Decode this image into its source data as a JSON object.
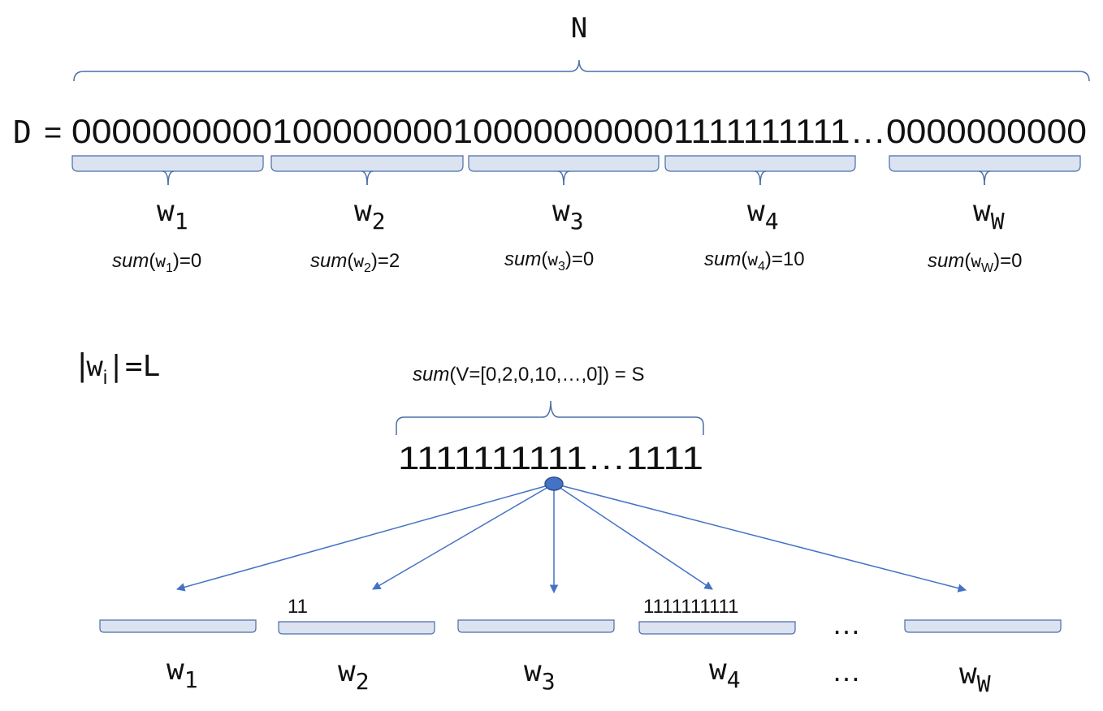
{
  "top": {
    "n_label": "N",
    "d_label": "D =",
    "bitstring": "0000000000100000000100000000001111111111…0000000000"
  },
  "windows_top": [
    {
      "name": "w",
      "sub": "1",
      "sum_prefix": "sum",
      "sum_arg": "w",
      "sum_arg_sub": "1",
      "sum_value": ")=0"
    },
    {
      "name": "w",
      "sub": "2",
      "sum_prefix": "sum",
      "sum_arg": "w",
      "sum_arg_sub": "2",
      "sum_value": ")=2"
    },
    {
      "name": "w",
      "sub": "3",
      "sum_prefix": "sum",
      "sum_arg": "w",
      "sum_arg_sub": "3",
      "sum_value": ")=0"
    },
    {
      "name": "w",
      "sub": "4",
      "sum_prefix": "sum",
      "sum_arg": "w",
      "sum_arg_sub": "4",
      "sum_value": ")=10"
    },
    {
      "name": "w",
      "sub": "W",
      "sum_prefix": "sum",
      "sum_arg": "w",
      "sum_arg_sub": "W",
      "sum_value": ")=0"
    }
  ],
  "length_label": {
    "bar_open": "|",
    "w": "w",
    "sub": "i",
    "rest": "|=L"
  },
  "sum_v": {
    "prefix": "sum",
    "rest": "(V=[0,2,0,10,…,0]) = S"
  },
  "ones_string": "1111111111…1111",
  "windows_bottom": [
    {
      "name": "w",
      "sub": "1",
      "content": ""
    },
    {
      "name": "w",
      "sub": "2",
      "content": "11"
    },
    {
      "name": "w",
      "sub": "3",
      "content": ""
    },
    {
      "name": "w",
      "sub": "4",
      "content": "1111111111"
    },
    {
      "name": "w",
      "sub": "W",
      "content": ""
    }
  ],
  "ellipsis": "…",
  "colors": {
    "accent": "#4472c4",
    "box_fill": "#dbe3f0",
    "box_stroke": "#4a6ea8",
    "node_fill": "#4472c4"
  }
}
